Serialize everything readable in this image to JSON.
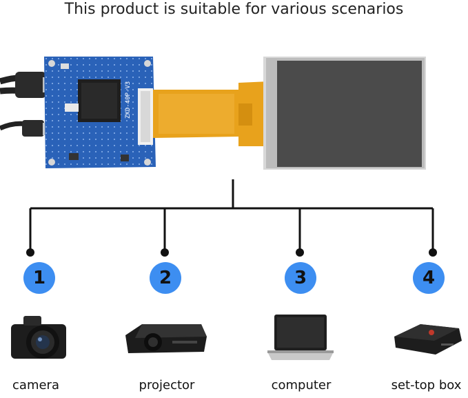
{
  "title": "This product is suitable for various scenarios",
  "board": {
    "silk_label": "ZXD-40P-V3"
  },
  "scenarios": [
    {
      "number": "1",
      "label": "camera",
      "icon": "camera-icon"
    },
    {
      "number": "2",
      "label": "projector",
      "icon": "projector-icon"
    },
    {
      "number": "3",
      "label": "computer",
      "icon": "laptop-icon"
    },
    {
      "number": "4",
      "label": "set-top box",
      "icon": "set-top-box-icon"
    }
  ],
  "colors": {
    "badge": "#3d8ef1",
    "pcb": "#2a62b8",
    "fpc": "#e8a21c",
    "screen": "#4b4b4b"
  }
}
